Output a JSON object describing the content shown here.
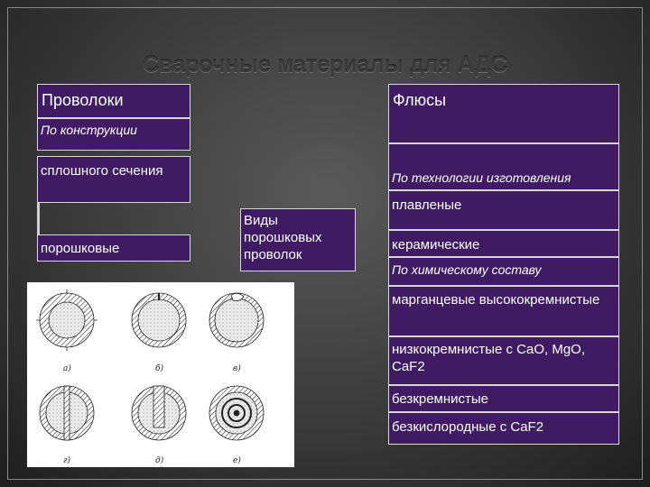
{
  "title": "Сварочные материалы для АДС",
  "left": {
    "header": "Проволоки",
    "subheader": "По конструкции",
    "types": [
      "сплошного сечения",
      "порошковые"
    ]
  },
  "center_note": "Виды порошковых проволок",
  "right": {
    "header": "Флюсы",
    "by_tech_label": "По технологии изготовления",
    "by_tech": [
      "плавленые",
      "керамические"
    ],
    "by_chem_label": "По химическому составу",
    "by_chem": [
      "марганцевые высококремнистые",
      "низкокремнистые с CaO, MgO, CaF2",
      "безкремнистые",
      "безкислородные с CaF2"
    ]
  },
  "diagram_labels": [
    "а)",
    "б)",
    "в)",
    "г)",
    "д)",
    "е)"
  ]
}
